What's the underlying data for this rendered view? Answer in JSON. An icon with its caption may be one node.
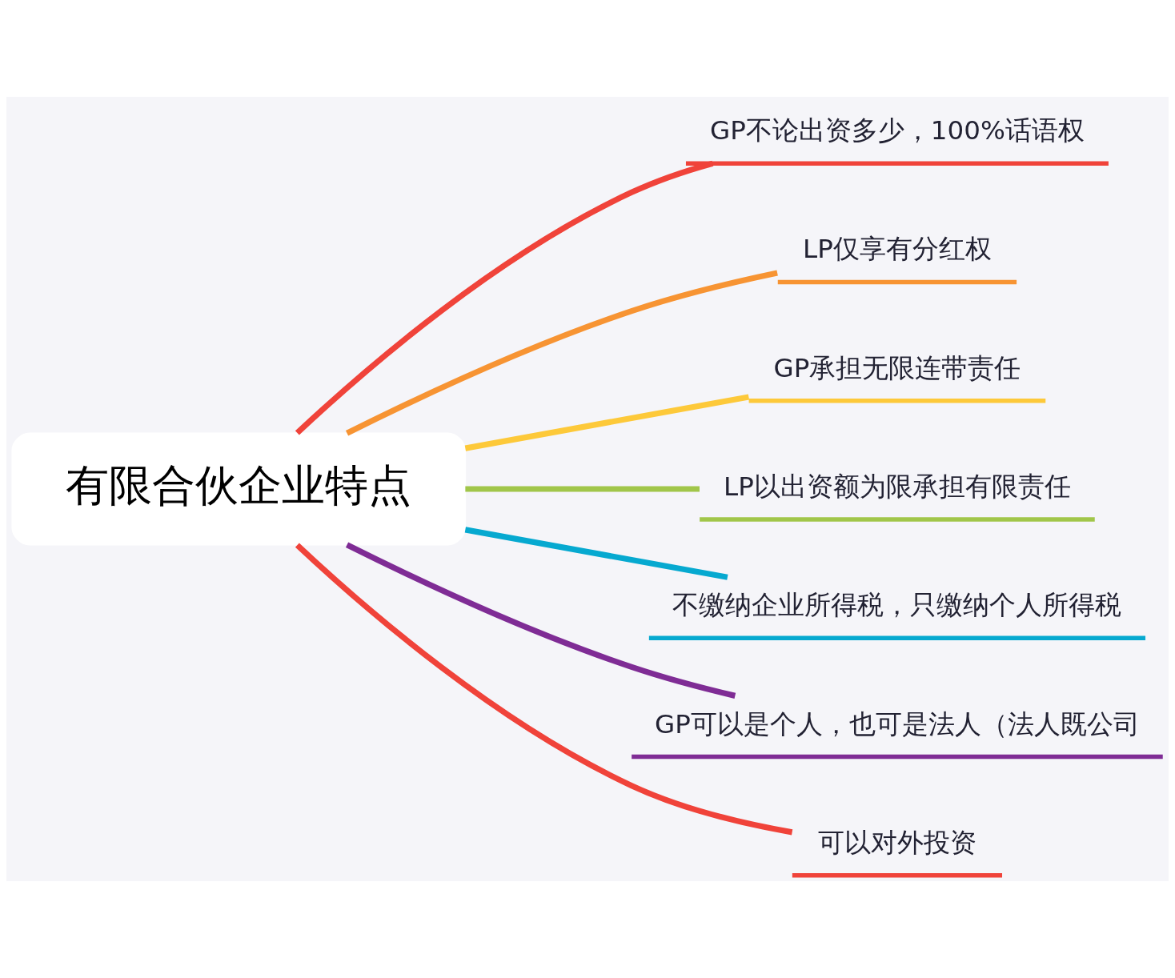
{
  "diagram": {
    "nodes": [
      {
        "text": [
          "有限合伙企业特点"
        ]
      },
      {
        "text": [
          "GP不论出资多少，100%话语权"
        ]
      },
      {
        "text": [
          "LP仅享有分红权"
        ]
      },
      {
        "text": [
          "GP承担无限连带责任"
        ]
      },
      {
        "text": [
          "LP以出资额为限承担有限责任"
        ]
      },
      {
        "text": [
          "不缴纳企业所得税，只缴纳个人所得税"
        ]
      },
      {
        "text": [
          "GP可以是个人，也可是法人（法人既公司"
        ]
      },
      {
        "text": [
          "可以对外投资"
        ]
      }
    ],
    "edges": [
      {
        "from": 0,
        "to": 1,
        "arrow": "none",
        "color": "#f0433a"
      },
      {
        "from": 0,
        "to": 2,
        "arrow": "none",
        "color": "#f79433"
      },
      {
        "from": 0,
        "to": 3,
        "arrow": "none",
        "color": "#fdc93a"
      },
      {
        "from": 0,
        "to": 4,
        "arrow": "none",
        "color": "#a1c64a"
      },
      {
        "from": 0,
        "to": 5,
        "arrow": "none",
        "color": "#06a9d0"
      },
      {
        "from": 0,
        "to": 6,
        "arrow": "none",
        "color": "#7f2c95"
      },
      {
        "from": 0,
        "to": 7,
        "arrow": "none",
        "color": "#f0433a"
      }
    ]
  }
}
